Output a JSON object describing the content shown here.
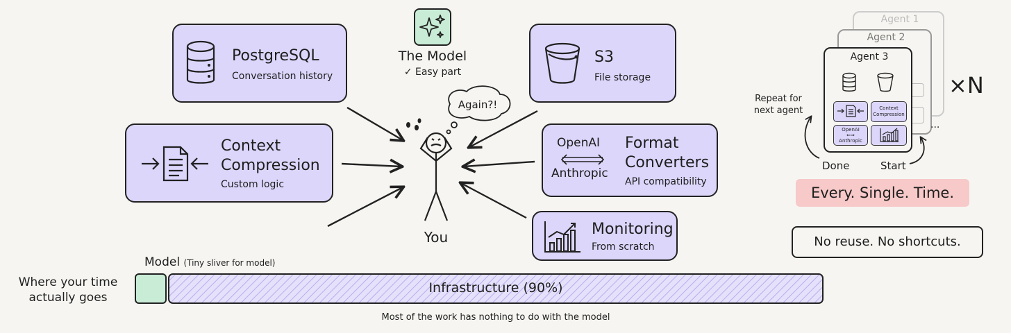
{
  "postgres": {
    "title": "PostgreSQL",
    "subtitle": "Conversation history"
  },
  "model": {
    "title": "The Model",
    "subtitle": "✓ Easy part"
  },
  "s3": {
    "title": "S3",
    "subtitle": "File storage"
  },
  "context": {
    "title_line1": "Context",
    "title_line2": "Compression",
    "subtitle": "Custom logic"
  },
  "converters": {
    "left_top": "OpenAI",
    "left_bottom": "Anthropic",
    "title_line1": "Format",
    "title_line2": "Converters",
    "subtitle": "API compatibility"
  },
  "monitoring": {
    "title": "Monitoring",
    "subtitle": "From scratch"
  },
  "center": {
    "thought": "Again?!",
    "label": "You"
  },
  "bar": {
    "model_label": "Model",
    "model_note": "(Tiny sliver for model)",
    "left_label_line1": "Where your time",
    "left_label_line2": "actually goes",
    "infra_label": "Infrastructure (90%)",
    "caption": "Most of the work has nothing to do with the model",
    "model_share_percent": 10,
    "infra_share_percent": 90
  },
  "agents": {
    "agent1": "Agent 1",
    "agent2": "Agent 2",
    "agent3": "Agent 3",
    "mini_context": "Context Compression",
    "mini_openai": "OpenAI",
    "mini_anthropic": "Anthropic",
    "repeat_line1": "Repeat for",
    "repeat_line2": "next agent",
    "done": "Done",
    "start": "Start",
    "multiplier": "×N",
    "ellipsis": "..."
  },
  "banner": "Every. Single. Time.",
  "no_reuse": "No reuse. No shortcuts.",
  "colors": {
    "purple": "#dcd6fb",
    "green": "#c9ecd6",
    "pink": "#f7c9c9",
    "background": "#f6f5f1"
  }
}
